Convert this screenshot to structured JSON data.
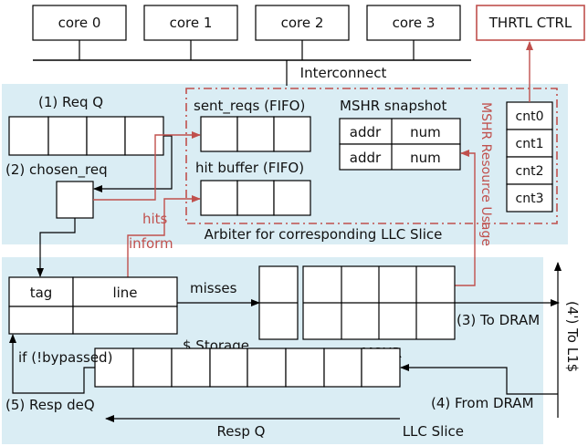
{
  "cores": [
    "core 0",
    "core 1",
    "core 2",
    "core 3"
  ],
  "thrtl_ctrl": "THRTL CTRL",
  "interconnect": "Interconnect",
  "req_q": "(1) Req Q",
  "chosen_req": "(2) chosen_req",
  "sent_reqs": "sent_reqs (FIFO)",
  "hit_buffer": "hit buffer (FIFO)",
  "mshr_snapshot": {
    "title": "MSHR snapshot",
    "rows": [
      [
        "addr",
        "num"
      ],
      [
        "addr",
        "num"
      ]
    ]
  },
  "mshr_resource_usage": "MSHR Resource Usage",
  "counters": [
    "cnt0",
    "cnt1",
    "cnt2",
    "cnt3"
  ],
  "hits": "hits",
  "inform": "inform",
  "arbiter": "Arbiter for corresponding LLC Slice",
  "tag": "tag",
  "line": "line",
  "misses": "misses",
  "storage": "$ Storage",
  "mshr": "MSHR",
  "to_dram": "(3) To DRAM",
  "to_l1": "(4') To L1$",
  "if_bypassed": "if (!bypassed)",
  "resp_deq": "(5) Resp deQ",
  "from_dram": "(4) From DRAM",
  "resp_q": "Resp Q",
  "llc_slice": "LLC Slice",
  "colors": {
    "panel": "#daedf4",
    "accent": "#c0504d",
    "line": "#000000"
  }
}
